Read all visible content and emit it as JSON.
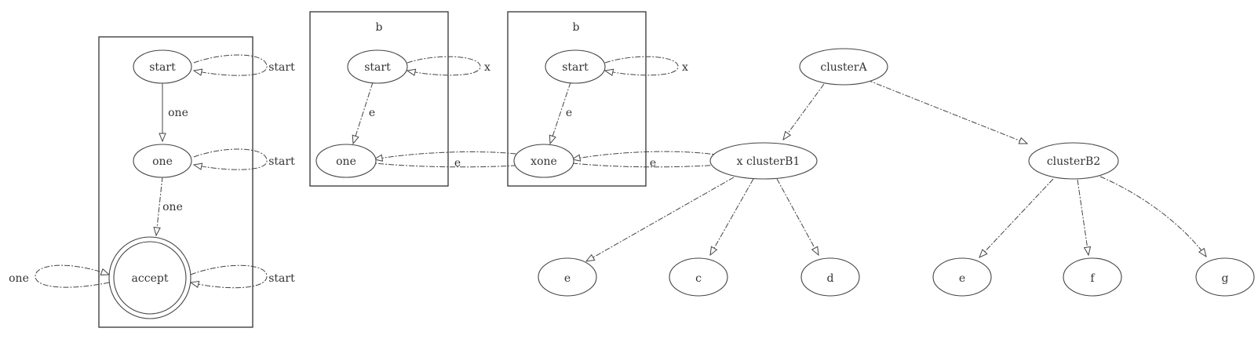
{
  "diagram1": {
    "nodes": {
      "start": "start",
      "one": "one",
      "accept": "accept"
    },
    "edges": {
      "start_self": "start",
      "start_to_one": "one",
      "one_self": "start",
      "one_to_accept": "one",
      "accept_in": "one",
      "accept_self": "start"
    }
  },
  "diagram2": {
    "cluster_left": {
      "label": "b",
      "start": "start",
      "one": "one",
      "self_label": "x",
      "edge_label": "e"
    },
    "cluster_right": {
      "label": "b",
      "start": "start",
      "xone": "xone",
      "self_label": "x",
      "edge_label": "e"
    },
    "cross_label": "e"
  },
  "diagram3": {
    "nodes": {
      "clusterA": "clusterA",
      "clusterB1": "x clusterB1",
      "clusterB2": "clusterB2",
      "e1": "e",
      "c": "c",
      "d": "d",
      "e2": "e",
      "f": "f",
      "g": "g"
    },
    "cross_label": "e"
  }
}
